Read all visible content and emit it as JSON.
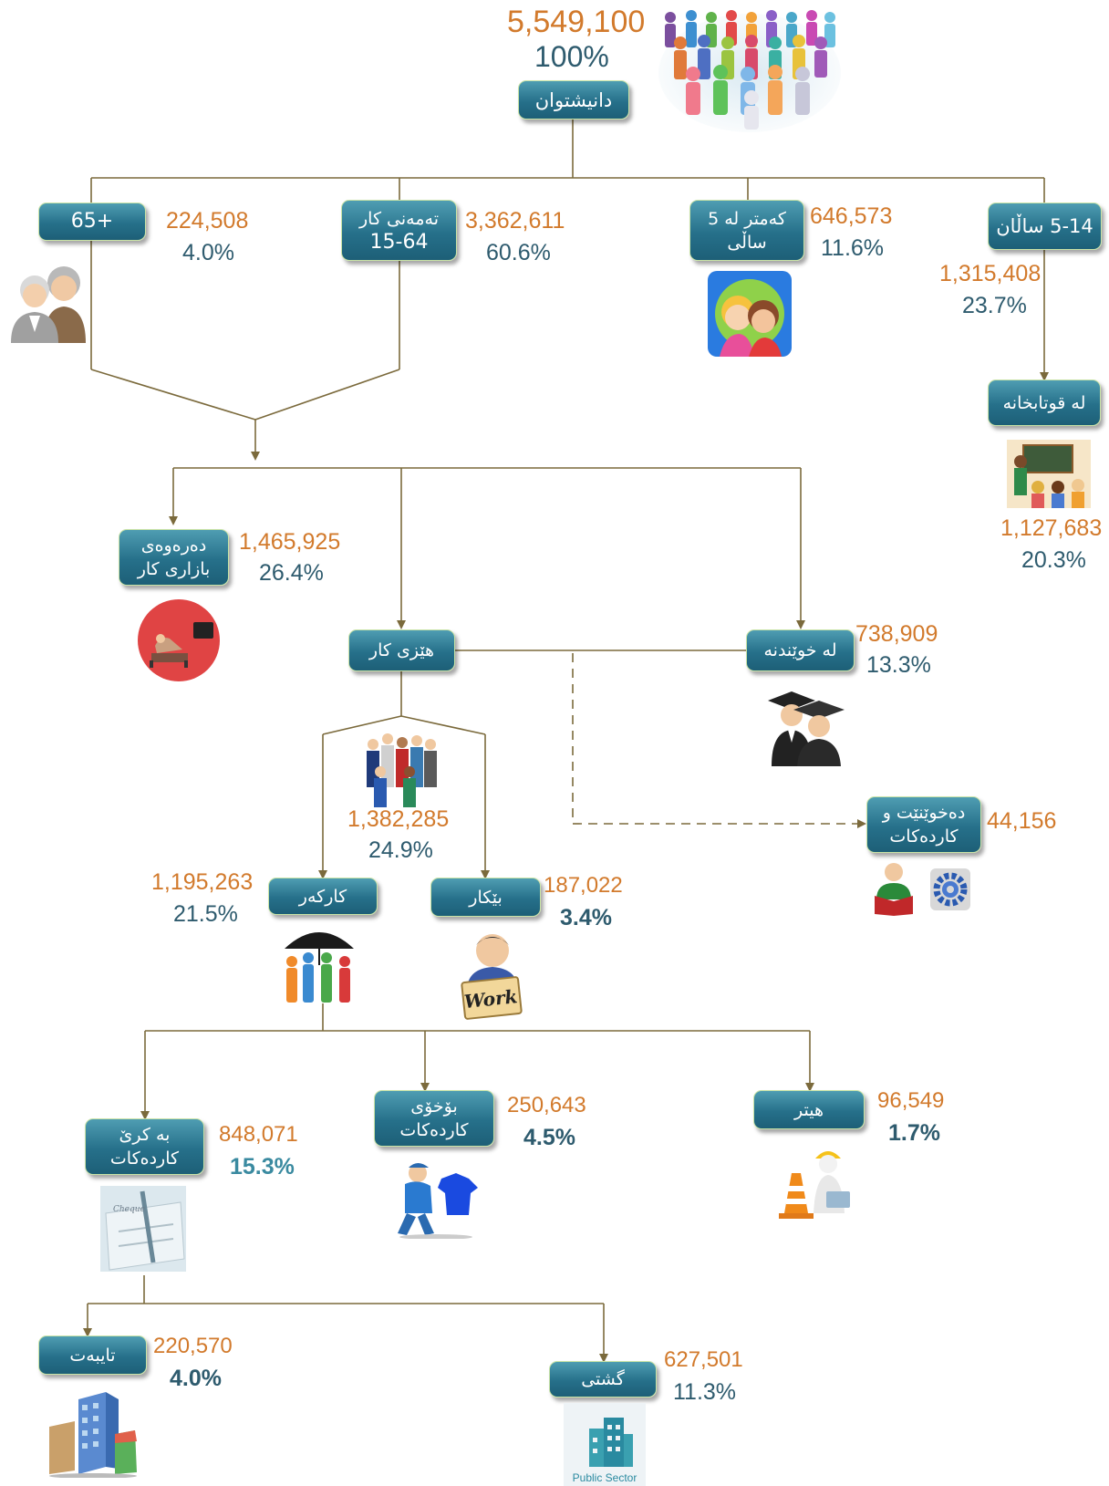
{
  "colors": {
    "connector": "#7b6a3c",
    "node_fill": "#26708a",
    "number": "#d27a2c",
    "percent": "#2e5b6e"
  },
  "root": {
    "value": "5,549,100",
    "percent": "100%",
    "label": "دانیشتوان"
  },
  "age_groups": {
    "over65": {
      "label": "65+",
      "value": "224,508",
      "percent": "4.0%"
    },
    "working_age": {
      "label_line1": "تەمەنی کار",
      "label_line2": "15-64",
      "value": "3,362,611",
      "percent": "60.6%"
    },
    "under5": {
      "label_line1": "کەمتر لە 5",
      "label_line2": "ساڵی",
      "value": "646,573",
      "percent": "11.6%"
    },
    "age5_14": {
      "label": "5-14 ساڵان",
      "value": "1,315,408",
      "percent": "23.7%"
    }
  },
  "in_school": {
    "label": "لە قوتابخانە",
    "value": "1,127,683",
    "percent": "20.3%"
  },
  "outside_labor_market": {
    "label_line1": "دەرەوەی",
    "label_line2": "بازاری کار",
    "value": "1,465,925",
    "percent": "26.4%"
  },
  "labor_force": {
    "label": "هێزی کار",
    "value": "1,382,285",
    "percent": "24.9%"
  },
  "students": {
    "label": "لە خوێندنە",
    "value": "738,909",
    "percent": "13.3%"
  },
  "study_and_work": {
    "label_line1": "دەخوێنێت و",
    "label_line2": "کاردەکات",
    "value": "44,156"
  },
  "employed": {
    "label": "کارکەر",
    "value": "1,195,263",
    "percent": "21.5%"
  },
  "unemployed": {
    "label": "بێکار",
    "value": "187,022",
    "percent": "3.4%",
    "sign_text": "Work"
  },
  "wage_workers": {
    "label_line1": "بە کرێ",
    "label_line2": "کاردەکات",
    "value": "848,071",
    "percent": "15.3%",
    "paper_text": "Cheque"
  },
  "self_employed": {
    "label_line1": "بۆخۆی",
    "label_line2": "کاردەکات",
    "value": "250,643",
    "percent": "4.5%"
  },
  "other": {
    "label": "هیتر",
    "value": "96,549",
    "percent": "1.7%"
  },
  "private": {
    "label": "تایبەت",
    "value": "220,570",
    "percent": "4.0%"
  },
  "public": {
    "label": "گشتی",
    "value": "627,501",
    "percent": "11.3%",
    "icon_caption": "Public Sector"
  }
}
